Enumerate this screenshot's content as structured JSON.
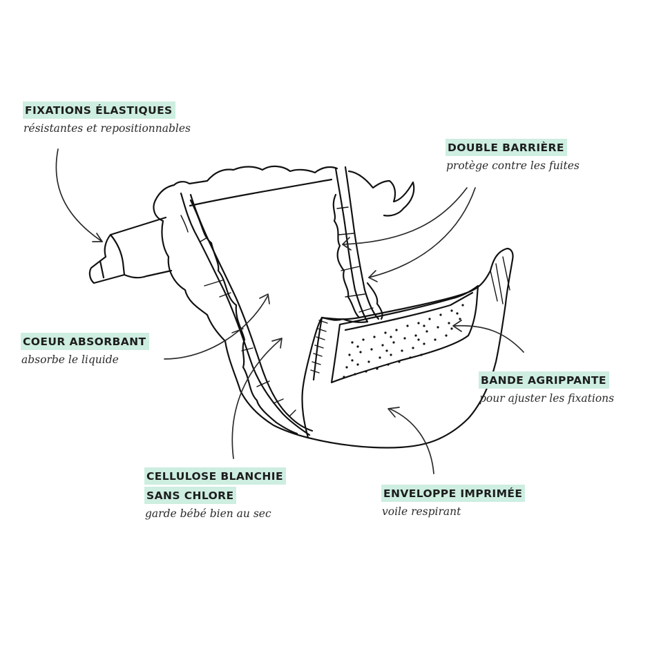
{
  "labels": {
    "fixations": {
      "title": "FIXATIONS ÉLASTIQUES",
      "subtitle": "résistantes et repositionnables"
    },
    "barriere": {
      "title": "DOUBLE BARRIÈRE",
      "subtitle": "protège contre les fuites"
    },
    "coeur": {
      "title": "COEUR ABSORBANT",
      "subtitle": "absorbe le liquide"
    },
    "bande": {
      "title": "BANDE AGRIPPANTE",
      "subtitle": "pour ajuster les fixations"
    },
    "cellulose": {
      "title_line1": "CELLULOSE BLANCHIE",
      "title_line2": "SANS CHLORE",
      "subtitle": "garde bébé bien au sec"
    },
    "enveloppe": {
      "title": "ENVELOPPE IMPRIMÉE",
      "subtitle": "voile respirant"
    }
  },
  "colors": {
    "label_highlight": "#cdeee0",
    "ink": "#111111",
    "background": "#ffffff"
  },
  "icons": {
    "illustration": "diaper-illustration"
  }
}
